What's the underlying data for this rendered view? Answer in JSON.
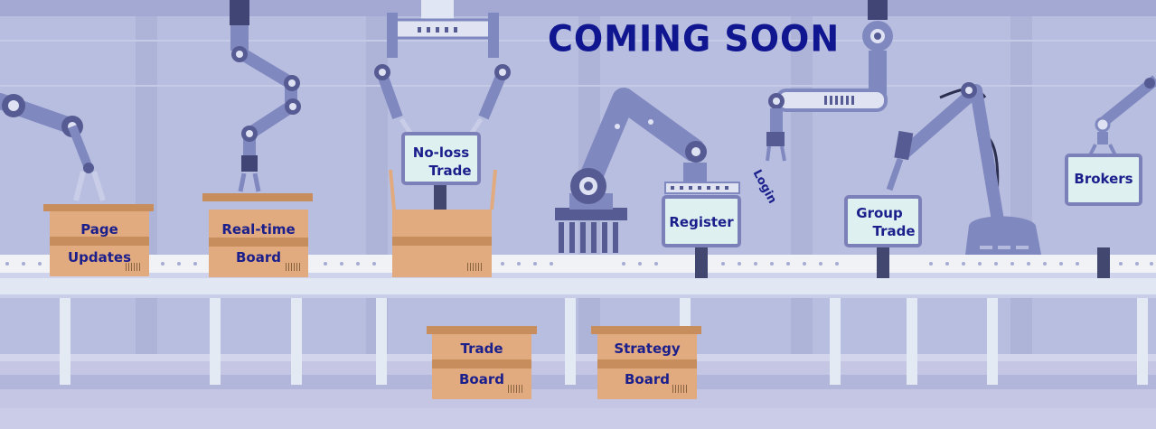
{
  "title": "COMING SOON",
  "labels": {
    "page_updates_1": "Page",
    "page_updates_2": "Updates",
    "realtime_1": "Real-time",
    "realtime_2": "Board",
    "noloss_1": "No-loss",
    "noloss_2": "Trade",
    "register": "Register",
    "login": "Login",
    "group_1": "Group",
    "group_2": "Trade",
    "brokers": "Brokers",
    "trade_board_1": "Trade",
    "trade_board_2": "Board",
    "strategy_1": "Strategy",
    "strategy_2": "Board",
    "box_barcode": "||||||"
  },
  "colors": {
    "background": "#b8bedf",
    "robot": "#8088c0",
    "robot_dark": "#565c93",
    "box": "#e2aa7f",
    "box_tape": "#c78d5c",
    "sign_fill": "#dff0f0",
    "sign_border": "#7b81b8",
    "belt": "#f1f2f6",
    "text": "#1a1f8c"
  }
}
